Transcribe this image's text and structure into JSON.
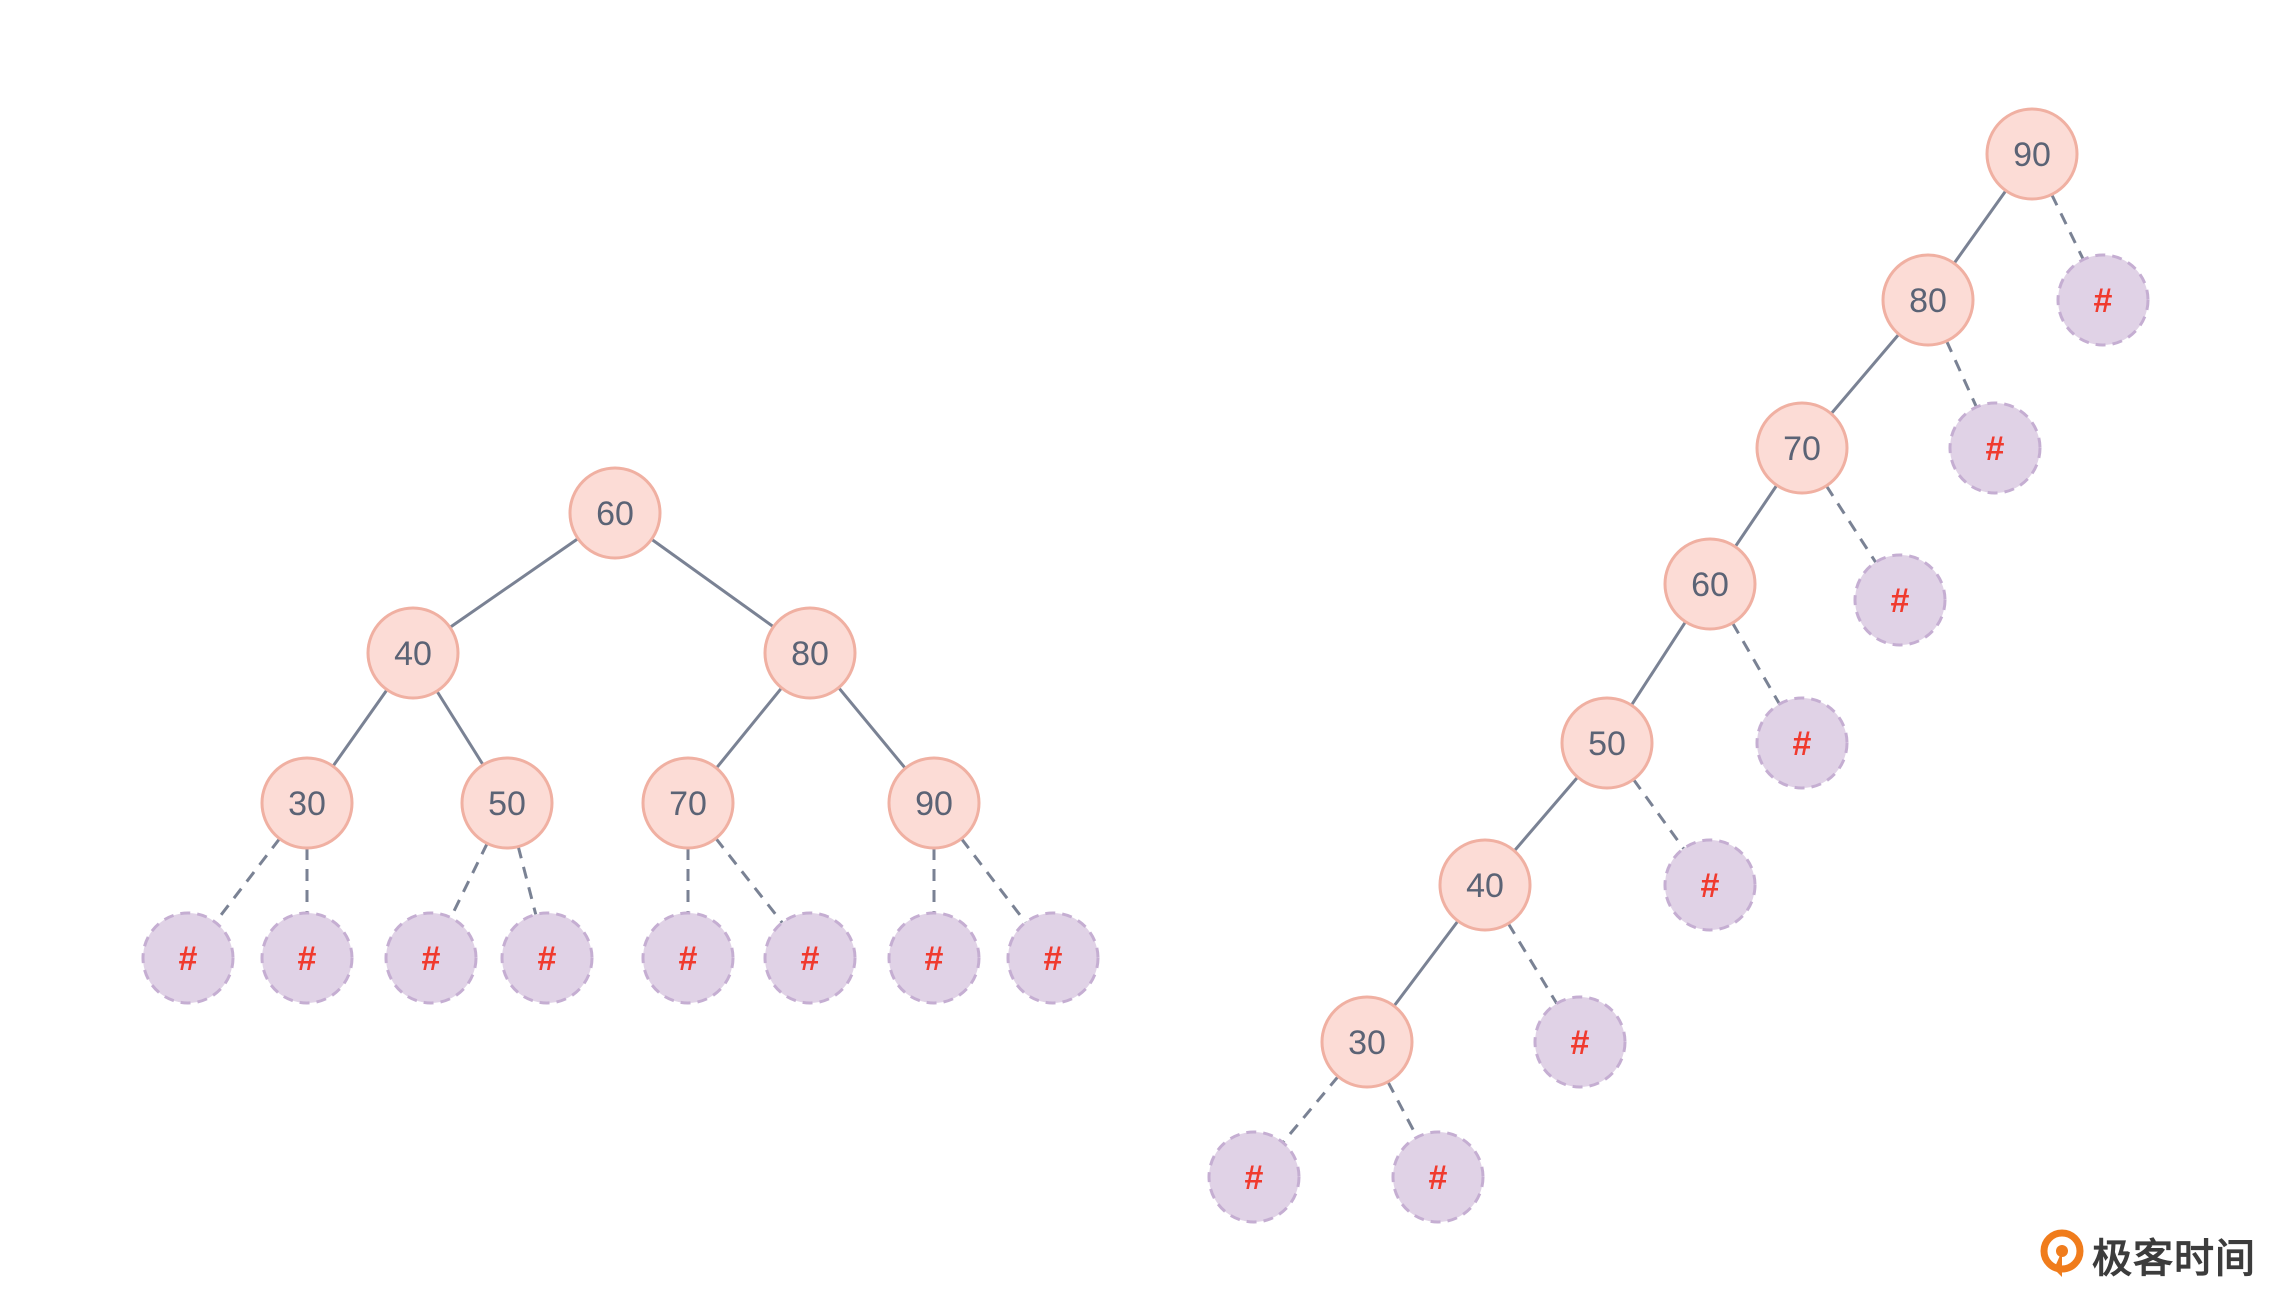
{
  "colors": {
    "node_fill": "#fcdcd6",
    "node_stroke": "#f0b0a2",
    "null_fill": "#e0d2e6",
    "null_stroke": "#c5aed2",
    "edge": "#7a8294",
    "null_text": "#f03a2e",
    "brand_orange": "#f07c1c"
  },
  "null_symbol": "#",
  "trees": [
    {
      "name": "balanced-tree",
      "nodes": [
        {
          "id": "b60",
          "label": "60",
          "parent": null
        },
        {
          "id": "b40",
          "label": "40",
          "parent": "b60"
        },
        {
          "id": "b80",
          "label": "80",
          "parent": "b60"
        },
        {
          "id": "b30",
          "label": "30",
          "parent": "b40"
        },
        {
          "id": "b50",
          "label": "50",
          "parent": "b40"
        },
        {
          "id": "b70",
          "label": "70",
          "parent": "b80"
        },
        {
          "id": "b90",
          "label": "90",
          "parent": "b80"
        }
      ],
      "null_leaves": [
        {
          "id": "bn1",
          "parent": "b30"
        },
        {
          "id": "bn2",
          "parent": "b30"
        },
        {
          "id": "bn3",
          "parent": "b50"
        },
        {
          "id": "bn4",
          "parent": "b50"
        },
        {
          "id": "bn5",
          "parent": "b70"
        },
        {
          "id": "bn6",
          "parent": "b70"
        },
        {
          "id": "bn7",
          "parent": "b90"
        },
        {
          "id": "bn8",
          "parent": "b90"
        }
      ]
    },
    {
      "name": "degenerate-tree",
      "nodes": [
        {
          "id": "d90",
          "label": "90",
          "parent": null
        },
        {
          "id": "d80",
          "label": "80",
          "parent": "d90"
        },
        {
          "id": "d70",
          "label": "70",
          "parent": "d80"
        },
        {
          "id": "d60",
          "label": "60",
          "parent": "d70"
        },
        {
          "id": "d50",
          "label": "50",
          "parent": "d60"
        },
        {
          "id": "d40",
          "label": "40",
          "parent": "d50"
        },
        {
          "id": "d30",
          "label": "30",
          "parent": "d40"
        }
      ],
      "null_leaves": [
        {
          "id": "dn1",
          "parent": "d90"
        },
        {
          "id": "dn2",
          "parent": "d80"
        },
        {
          "id": "dn3",
          "parent": "d70"
        },
        {
          "id": "dn4",
          "parent": "d60"
        },
        {
          "id": "dn5",
          "parent": "d50"
        },
        {
          "id": "dn6",
          "parent": "d40"
        },
        {
          "id": "dn7",
          "parent": "d30"
        },
        {
          "id": "dn8",
          "parent": "d30"
        }
      ]
    }
  ],
  "brand": {
    "icon": "geektime-logo-icon",
    "text": "极客时间"
  }
}
